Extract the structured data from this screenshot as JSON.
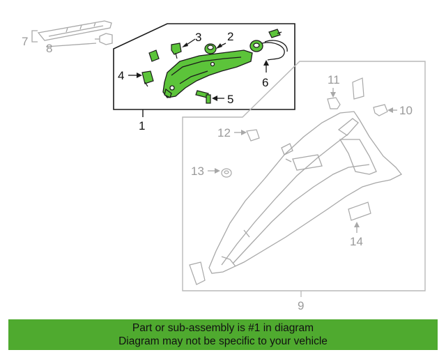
{
  "diagram": {
    "callouts": {
      "c1": "1",
      "c2": "2",
      "c3": "3",
      "c4": "4",
      "c5": "5",
      "c6": "6",
      "c7": "7",
      "c8": "8",
      "c9": "9",
      "c10": "10",
      "c11": "11",
      "c12": "12",
      "c13": "13",
      "c14": "14"
    },
    "colors": {
      "highlight_part": "#5cc43a",
      "highlight_outline": "#1a1a1a",
      "muted_part": "#a8a8a8",
      "banner": "#4faa2f"
    },
    "highlighted_part": "1"
  },
  "banner": {
    "line1": "Part or sub-assembly is #1 in diagram",
    "line2": "Diagram may not be specific to your vehicle"
  }
}
